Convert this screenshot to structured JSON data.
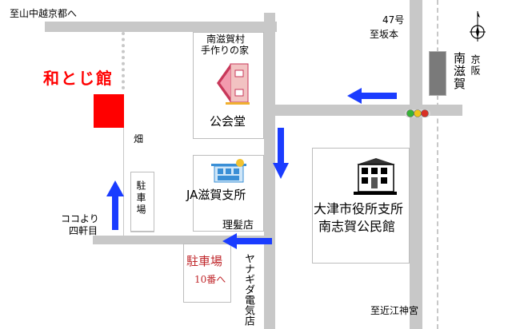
{
  "directions": {
    "to_yamanaka": "至山中越京都へ",
    "route_47": "47号",
    "to_sakamoto": "至坂本",
    "to_omijingu": "至近江神宮",
    "nankyo_line": "南滋賀",
    "kyo_han": "京阪"
  },
  "places": {
    "watojikan": "和とじ館",
    "handmade_house_line1": "南滋賀村",
    "handmade_house_line2": "手作りの家",
    "kominkan": "公会堂",
    "field": "畑",
    "parking_small": "駐車場",
    "ja_branch": "JA滋賀支所",
    "barber": "理髪店",
    "city_office_line1": "大津市役所支所",
    "city_office_line2": "南志賀公民館",
    "parking_main": "駐車場",
    "parking_note": "10番へ",
    "yanagida_denki": "ヤナギダ電気店",
    "from_here_line1": "ココより",
    "from_here_line2": "四軒目"
  },
  "colors": {
    "road": "#c8c8c8",
    "arrow": "#1a3cff",
    "watojikan_red": "#ff0000",
    "parking_text": "#c0282c"
  },
  "icons": {
    "compass": "compass-rose-icon",
    "house": "house-icon",
    "ja_building": "ja-building-icon",
    "office_building": "office-building-icon",
    "traffic_light": "traffic-light-icon",
    "station": "station-icon"
  }
}
